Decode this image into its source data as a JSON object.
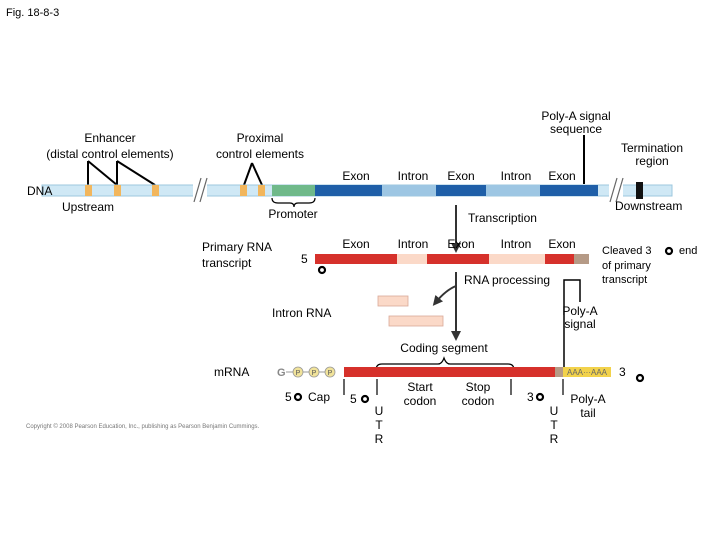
{
  "figure_tag": "Fig. 18-8-3",
  "dna": {
    "label": "DNA",
    "upstream": "Upstream",
    "downstream": "Downstream",
    "enhancer_line1": "Enhancer",
    "enhancer_line2": "(distal control elements)",
    "proximal_line1": "Proximal",
    "proximal_line2": "control elements",
    "promoter": "Promoter",
    "polya_line1": "Poly-A signal",
    "polya_line2": "sequence",
    "termination_line1": "Termination",
    "termination_line2": "region",
    "segments": [
      "Exon",
      "Intron",
      "Exon",
      "Intron",
      "Exon"
    ]
  },
  "transcription_label": "Transcription",
  "primary_rna": {
    "label_line1": "Primary RNA",
    "label_line2": "transcript",
    "five_prime": "5",
    "segments": [
      "Exon",
      "Intron",
      "Exon",
      "Intron",
      "Exon"
    ],
    "cleaved_line1": "Cleaved 3",
    "cleaved_end": "end",
    "cleaved_line2": "of primary",
    "cleaved_line3": "transcript"
  },
  "processing": {
    "label": "RNA processing",
    "intron_rna": "Intron RNA",
    "polya_signal_line1": "Poly-A",
    "polya_signal_line2": "signal"
  },
  "mrna": {
    "label": "mRNA",
    "coding_segment": "Coding segment",
    "cap_g": "G",
    "cap_p": [
      "P",
      "P",
      "P"
    ],
    "tail_text": "AAA···AAA",
    "five_cap_num": "5",
    "five_cap_word": "Cap",
    "five_utr_num": "5",
    "utr_letters": [
      "U",
      "T",
      "R"
    ],
    "start_line1": "Start",
    "start_line2": "codon",
    "stop_line1": "Stop",
    "stop_line2": "codon",
    "three_num": "3",
    "three_end": "3",
    "polya_tail_line1": "Poly-A",
    "polya_tail_line2": "tail"
  },
  "copyright": "Copyright © 2008 Pearson Education, Inc., publishing as Pearson Benjamin Cummings.",
  "colors": {
    "dna_strand": "#cfe8f5",
    "dna_edge": "#9cc7de",
    "enhancer": "#f2b65c",
    "promoter": "#6fb98a",
    "exon_dna": "#1f5fa8",
    "exon_rna": "#d6312b",
    "intron_rna": "#fbd9c8",
    "polya_signal": "#b59a86",
    "utr": "#f2d24b",
    "termination": "#111111"
  }
}
